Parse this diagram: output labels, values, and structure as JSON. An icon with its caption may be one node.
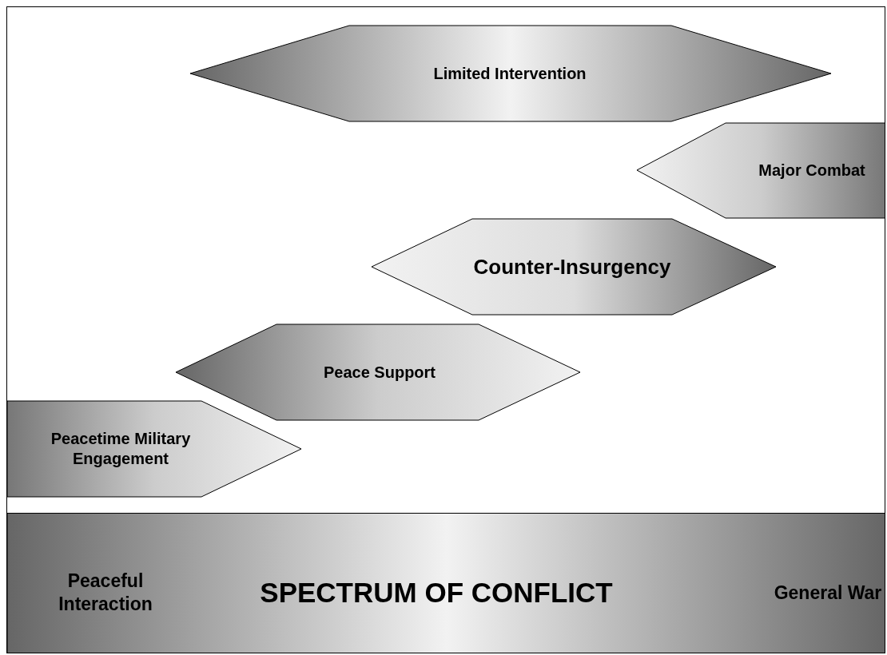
{
  "diagram": {
    "nodes": [
      {
        "text": [
          "Limited Intervention"
        ]
      },
      {
        "text": [
          "Major Combat"
        ]
      },
      {
        "text": [
          "Counter-Insurgency"
        ]
      },
      {
        "text": [
          "Peace Support"
        ]
      },
      {
        "text": [
          "Peacetime Military Engagement"
        ]
      },
      {
        "text": [
          "Peaceful Interaction",
          "SPECTRUM OF CONFLICT",
          "General War"
        ]
      }
    ]
  }
}
